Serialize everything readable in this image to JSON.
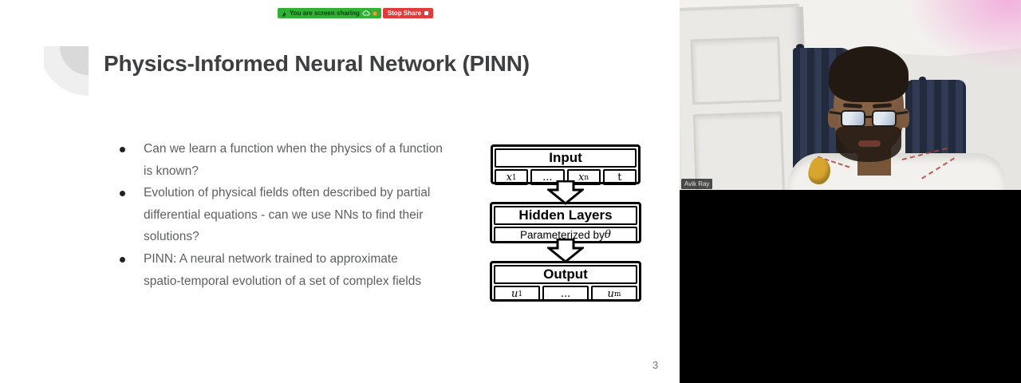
{
  "share_banner": {
    "status_text": "You are screen sharing",
    "stop_button_label": "Stop Share",
    "colors": {
      "banner_green": "#2fb233",
      "stop_red": "#e23b3b",
      "warning_dot_yellow": "#e5a62e"
    }
  },
  "slide": {
    "title": "Physics-Informed Neural Network (PINN)",
    "bullets": [
      "Can we learn a function when the physics of a function\nis known?",
      "Evolution of physical fields often described by partial\ndifferential equations - can we use NNs to find their\nsolutions?",
      "PINN: A neural network trained to approximate\nspatio-temporal evolution of a set of complex fields"
    ],
    "page_number": "3",
    "diagram": {
      "input": {
        "label": "Input",
        "cells": [
          {
            "base": "x",
            "sub": "1"
          },
          {
            "base": "...",
            "sub": ""
          },
          {
            "base": "x",
            "sub": "n"
          },
          {
            "base": "t",
            "sub": ""
          }
        ]
      },
      "hidden": {
        "label": "Hidden Layers",
        "sublabel_prefix": "Parameterized by ",
        "sublabel_symbol": "θ"
      },
      "output": {
        "label": "Output",
        "cells": [
          {
            "base": "u",
            "sub": "1"
          },
          {
            "base": "...",
            "sub": ""
          },
          {
            "base": "u",
            "sub": "m"
          }
        ]
      }
    }
  },
  "video": {
    "participant_name": "Avik Ray",
    "colors": {
      "curtain_navy": "#2b364c",
      "background_black": "#000000"
    }
  }
}
